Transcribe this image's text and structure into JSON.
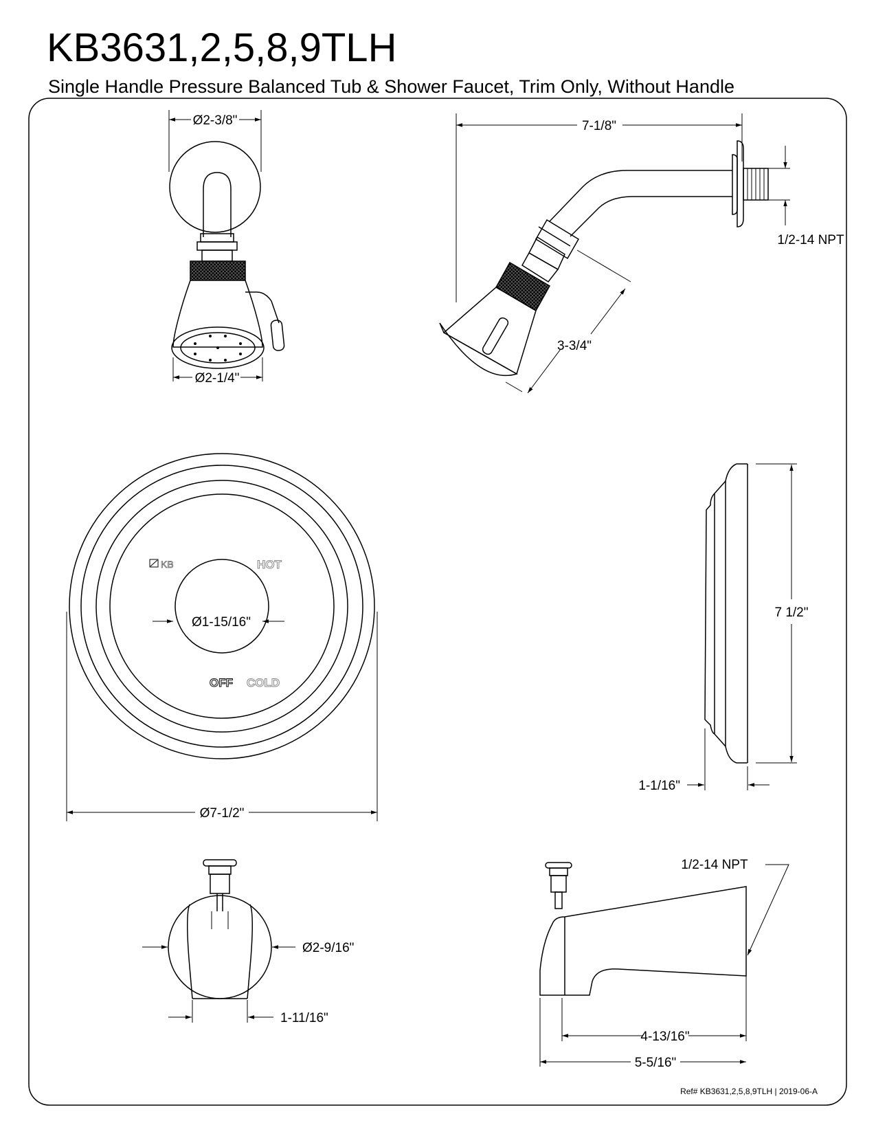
{
  "header": {
    "model": "KB3631,2,5,8,9TLH",
    "description": "Single Handle Pressure Balanced Tub & Shower Faucet, Trim Only, Without Handle"
  },
  "showerhead_front": {
    "flange_diameter": "Ø2-3/8\"",
    "face_diameter": "Ø2-1/4\""
  },
  "showerhead_side": {
    "arm_length": "7-1/8\"",
    "thread": "1/2-14 NPT",
    "head_length": "3-3/4\""
  },
  "escutcheon_front": {
    "brand_mark": "KB",
    "hot_label": "HOT",
    "off_label": "OFF",
    "cold_label": "COLD",
    "opening_diameter": "Ø1-15/16\"",
    "plate_diameter": "Ø7-1/2\""
  },
  "escutcheon_side": {
    "height": "7 1/2\"",
    "depth": "1-1/16\""
  },
  "spout_front": {
    "diameter": "Ø2-9/16\"",
    "width": "1-11/16\""
  },
  "spout_side": {
    "thread": "1/2-14 NPT",
    "reach": "4-13/16\"",
    "overall_length": "5-5/16\""
  },
  "footer": {
    "reference": "Ref# KB3631,2,5,8,9TLH | 2019-06-A"
  }
}
